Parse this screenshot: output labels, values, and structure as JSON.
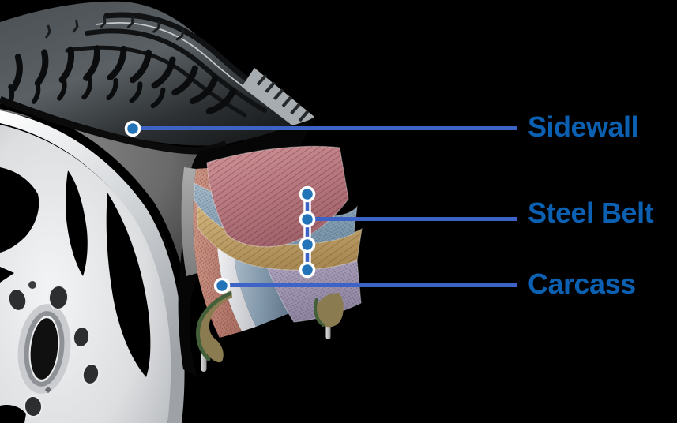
{
  "diagram": {
    "subject": "tire-construction-cutaway",
    "background_color": "#000000",
    "labels": [
      {
        "id": "sidewall",
        "text": "Sidewall"
      },
      {
        "id": "steel_belt",
        "text": "Steel Belt"
      },
      {
        "id": "carcass",
        "text": "Carcass"
      }
    ],
    "callout": {
      "line_color": "#3d63c6",
      "dot_fill": "#2273b8",
      "dot_ring": "#ffffff",
      "label_color": "#0c60b2",
      "dot_icon": "circle-marker"
    },
    "parts": {
      "tread_color": "#43484c",
      "sidewall_color": "#6d6d6d",
      "wheel_color": "#d9dbdd",
      "layer_colors": {
        "outer_red": "#bb7e84",
        "steel_belt_blue": "#8fa9bc",
        "belt_tan": "#c2a26e",
        "carcass_purple": "#a89bb8",
        "carcass_pink": "#c08a7b",
        "bead_olive": "#8b7b51",
        "bead_green": "#44603a",
        "bead_pin_gray": "#b9b9b9"
      }
    }
  }
}
